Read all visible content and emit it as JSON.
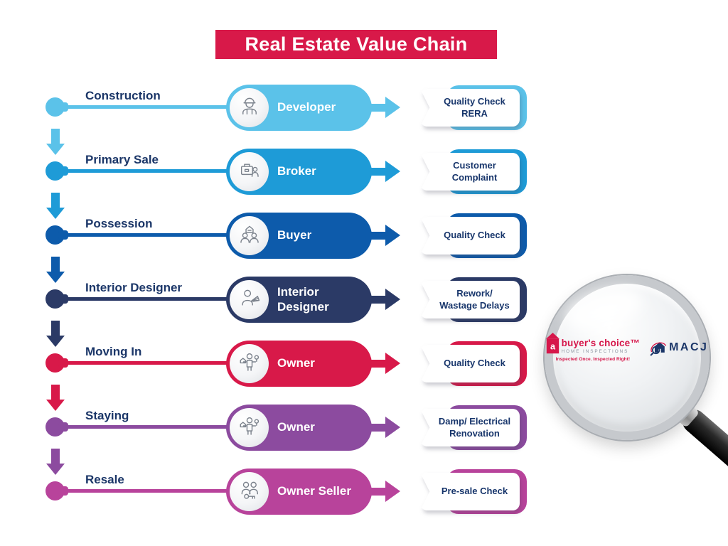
{
  "title": {
    "text": "Real Estate Value Chain",
    "bg": "#D81949"
  },
  "text_color": "#1B3668",
  "rows": [
    {
      "stage": "Construction",
      "actor": "Developer",
      "check": "Quality Check RERA",
      "color": "#5BC2E9",
      "icon": "construction-worker-icon"
    },
    {
      "stage": "Primary Sale",
      "actor": "Broker",
      "check": "Customer Complaint",
      "color": "#1E9BD7",
      "icon": "broker-briefcase-icon"
    },
    {
      "stage": "Possession",
      "actor": "Buyer",
      "check": "Quality Check",
      "color": "#0D5BAB",
      "icon": "buyer-family-house-icon"
    },
    {
      "stage": "Interior Designer",
      "actor": "Interior Designer",
      "check": "Rework/ Wastage Delays",
      "color": "#2B3A66",
      "icon": "interior-designer-icon"
    },
    {
      "stage": "Moving In",
      "actor": "Owner",
      "check": "Quality Check",
      "color": "#D81949",
      "icon": "owner-house-key-icon"
    },
    {
      "stage": "Staying",
      "actor": "Owner",
      "check": "Damp/ Electrical Renovation",
      "color": "#8C4B9F",
      "icon": "owner-house-key-icon"
    },
    {
      "stage": "Resale",
      "actor": "Owner Seller",
      "check": "Pre-sale Check",
      "color": "#B8439B",
      "icon": "seller-handover-icon"
    }
  ],
  "logos": {
    "buyers_choice": {
      "name": "buyer's choice™",
      "sub": "HOME INSPECTIONS",
      "tagline": "Inspected Once. Inspected Right!",
      "accent": "#D6164A",
      "building_letter": "a"
    },
    "macj": {
      "name": "MACJ",
      "color": "#1B3668",
      "accent": "#D6164A"
    }
  }
}
